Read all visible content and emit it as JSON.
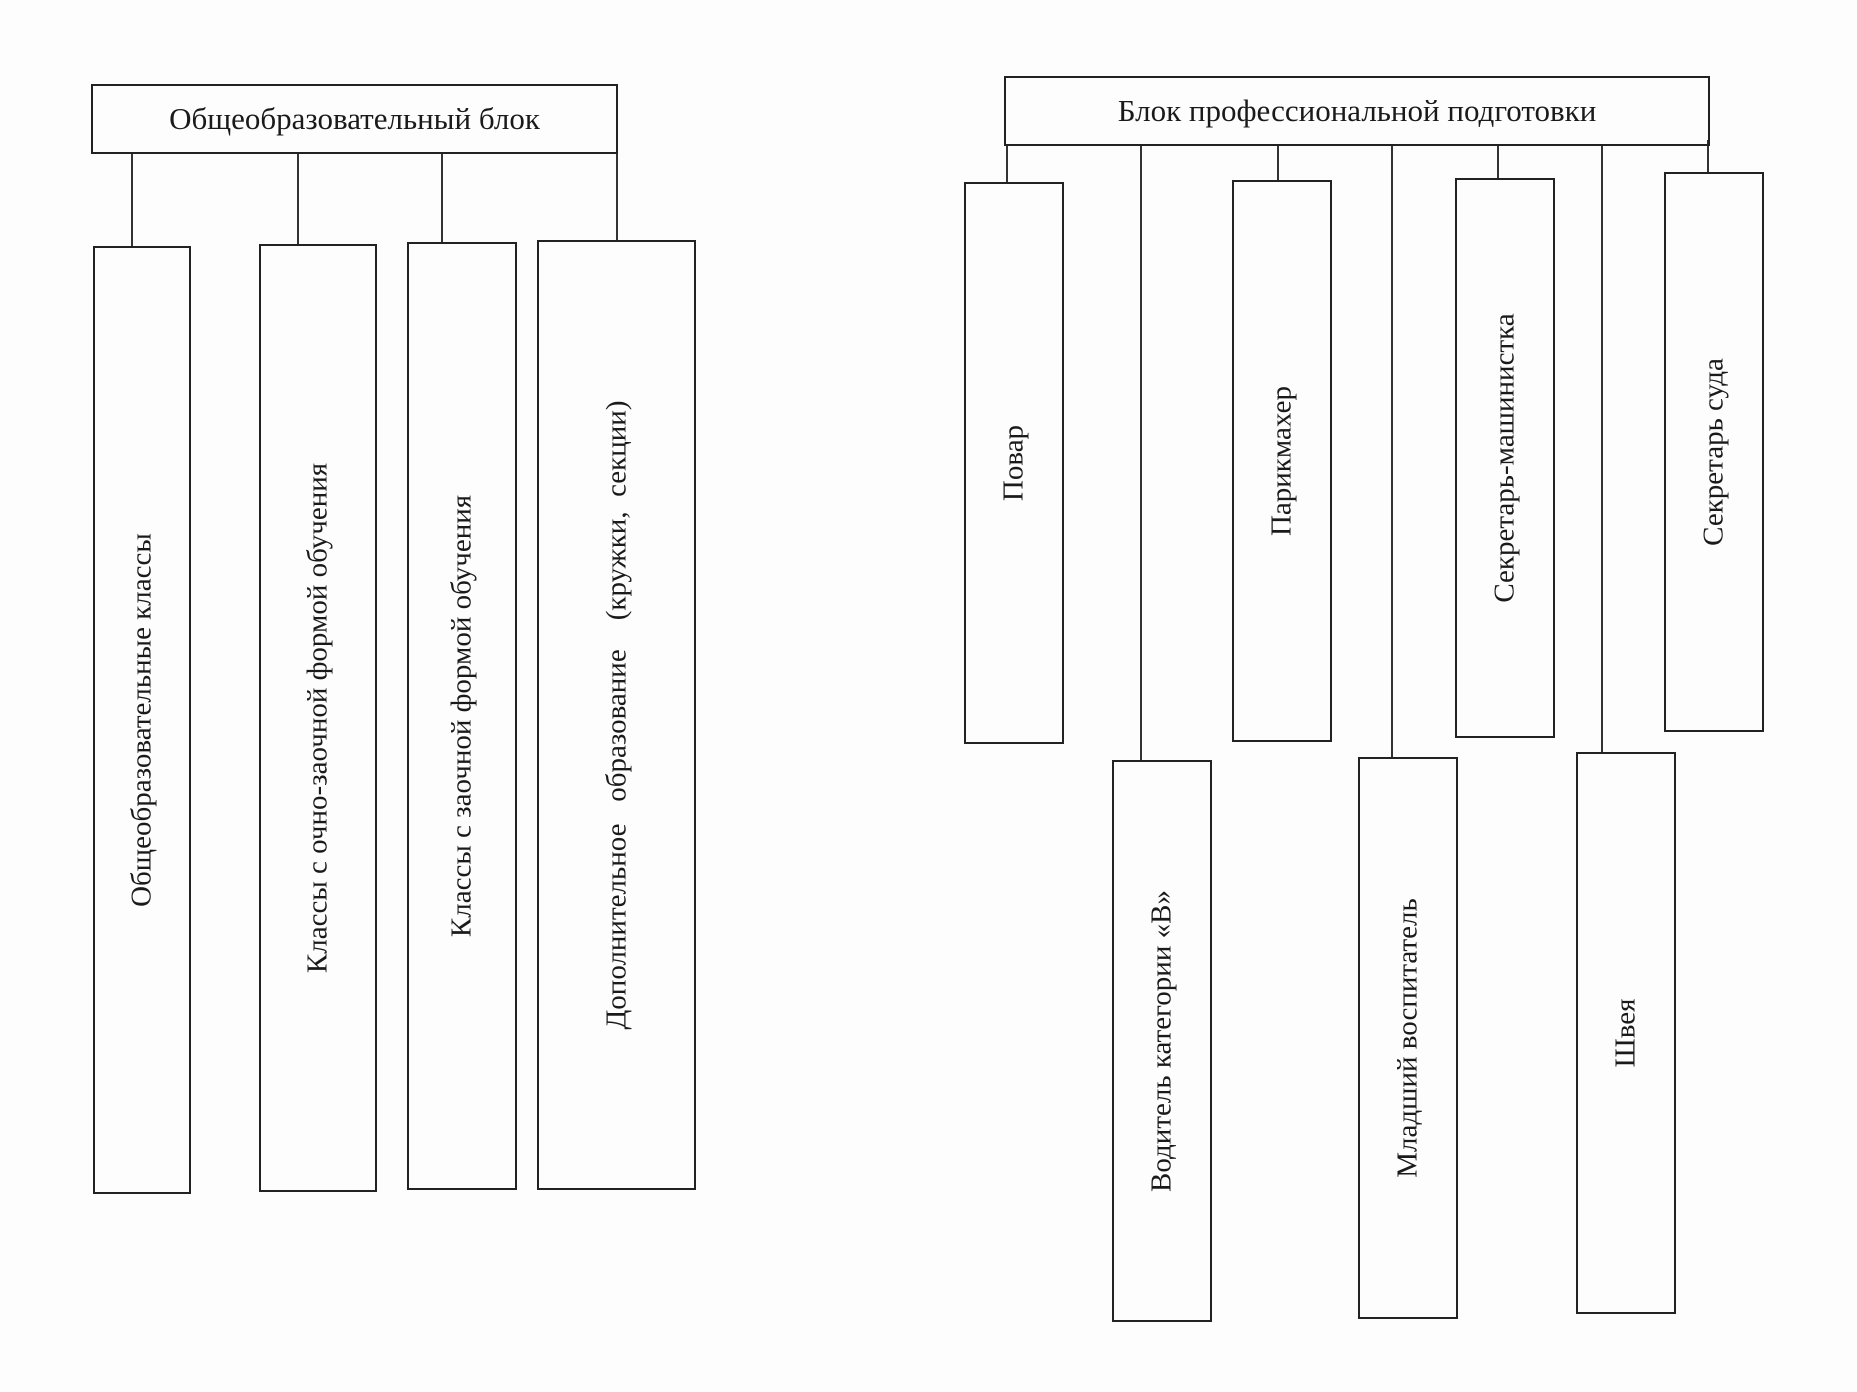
{
  "left_block": {
    "title": "Общеобразовательный блок",
    "items": [
      "Общеобразовательные классы",
      "Классы с очно-заочной формой обучения",
      "Классы с заочной формой обучения",
      "Дополнительное   образование    (кружки,  секции)"
    ]
  },
  "right_block": {
    "title": "Блок профессиональной подготовки",
    "items_top": [
      "Повар",
      "Парикмахер",
      "Секретарь-машинистка",
      "Секретарь суда"
    ],
    "items_bottom": [
      "Водитель категории «В»",
      "Младший воспитатель",
      "Швея"
    ]
  }
}
